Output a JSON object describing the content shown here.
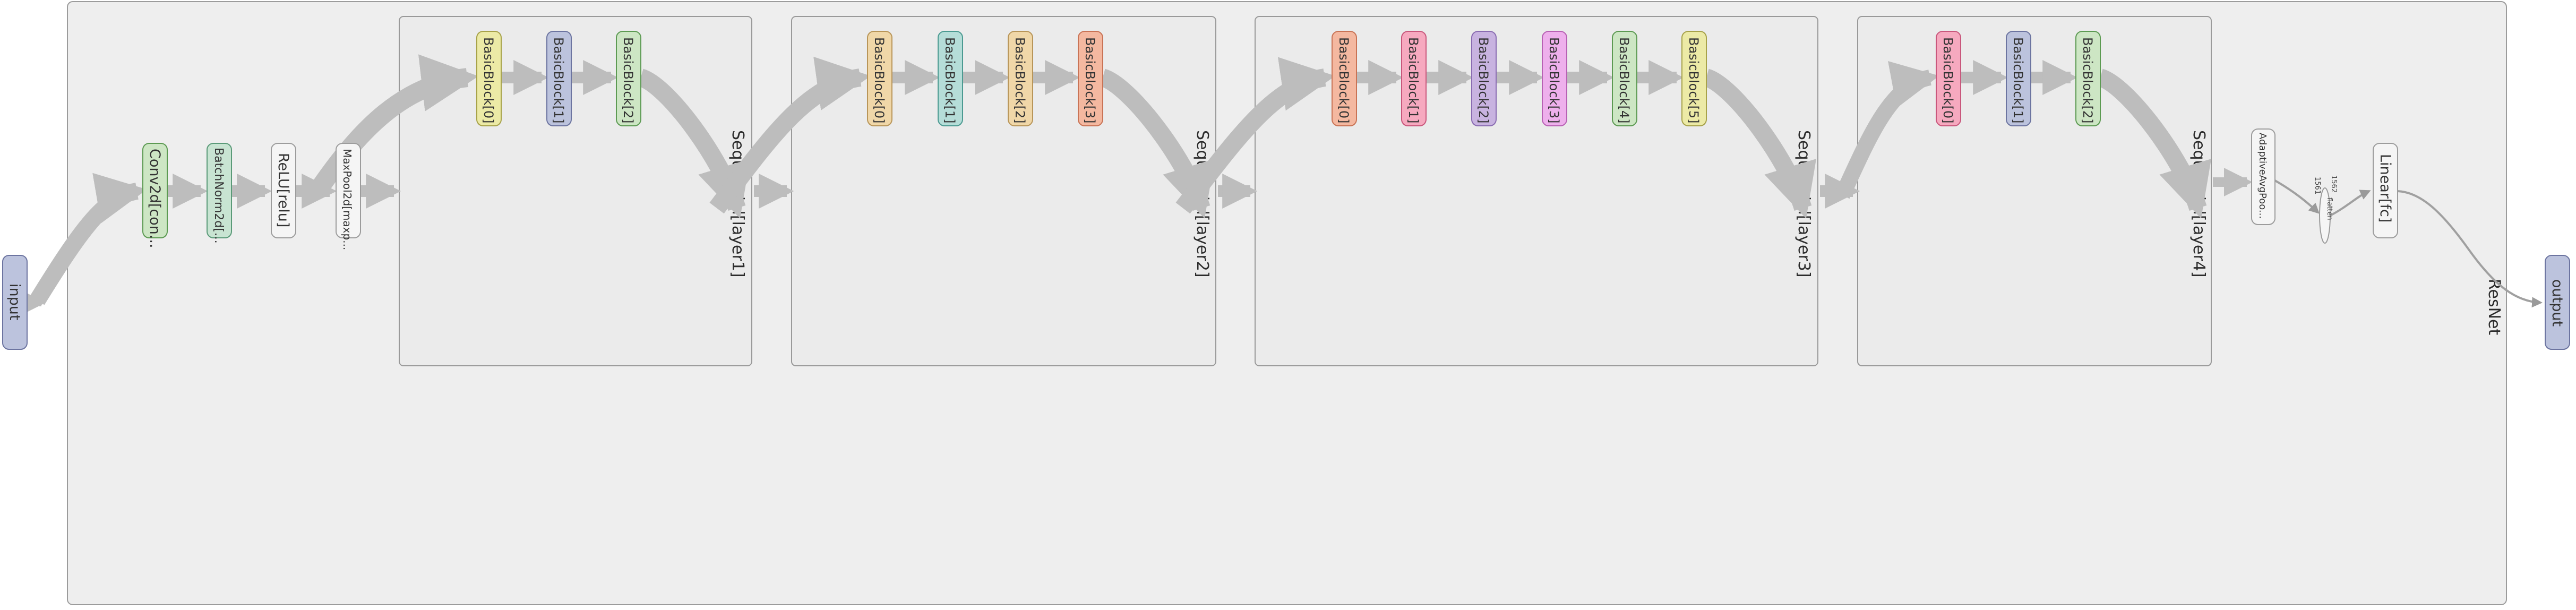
{
  "diagram": {
    "root_label": "ResNet",
    "input_label": "input",
    "output_label": "output",
    "stem": {
      "conv": "Conv2d[con...",
      "bn": "BatchNorm2d[...",
      "relu": "ReLU[relu]",
      "pool": "MaxPool2d[maxp..."
    },
    "layers": [
      {
        "label": "Sequential[layer1]",
        "blocks": [
          "BasicBlock[0]",
          "BasicBlock[1]",
          "BasicBlock[2]"
        ]
      },
      {
        "label": "Sequential[layer2]",
        "blocks": [
          "BasicBlock[0]",
          "BasicBlock[1]",
          "BasicBlock[2]",
          "BasicBlock[3]"
        ]
      },
      {
        "label": "Sequential[layer3]",
        "blocks": [
          "BasicBlock[0]",
          "BasicBlock[1]",
          "BasicBlock[2]",
          "BasicBlock[3]",
          "BasicBlock[4]",
          "BasicBlock[5]"
        ]
      },
      {
        "label": "Sequential[layer4]",
        "blocks": [
          "BasicBlock[0]",
          "BasicBlock[1]",
          "BasicBlock[2]"
        ]
      }
    ],
    "head": {
      "avgpool": "AdaptiveAvgPoo...",
      "flatten_op": "flatten",
      "flatten_in_labels": [
        "1562",
        "1561"
      ],
      "fc": "Linear[fc]"
    },
    "colors": {
      "cluster_outer_fill": "#eeeeee",
      "cluster_inner_fill": "#ebebeb",
      "cluster_border": "#999999",
      "edge": "#bdbdbd",
      "io_node": "#bcc3dd",
      "green": "#cde6c4",
      "mint": "#c8e4d2",
      "white_node": "#f5f5f5",
      "yellow": "#eceaa6",
      "blue": "#bcc3dd",
      "tan": "#f0d7a8",
      "teal": "#b5ddd8",
      "salmon": "#f4b8a0",
      "pink": "#f6a9bf",
      "purple": "#c8b3e0",
      "magenta": "#eeb0ec"
    },
    "layer_block_colors": [
      [
        "yellow",
        "blue",
        "green"
      ],
      [
        "tan",
        "teal",
        "tan",
        "salmon"
      ],
      [
        "salmon",
        "pink",
        "purple",
        "magenta",
        "green",
        "yellow"
      ],
      [
        "pink",
        "blue",
        "green"
      ]
    ]
  }
}
